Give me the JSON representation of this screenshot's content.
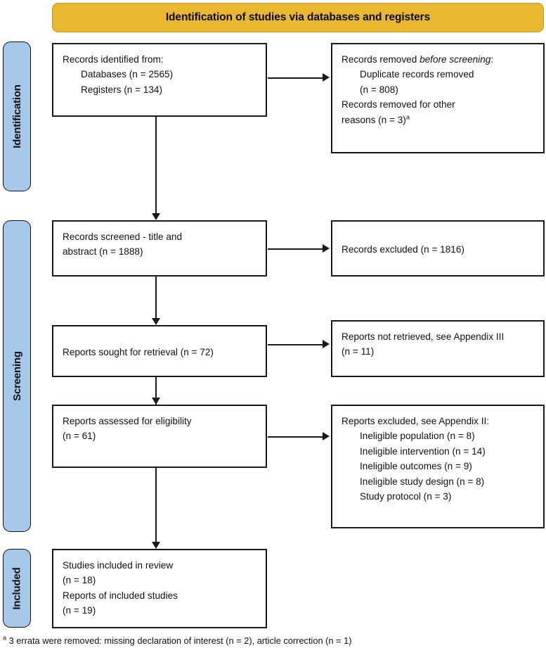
{
  "header": {
    "title": "Identification of studies via databases and registers",
    "bg_color": "#E9B830"
  },
  "stages": {
    "bar_color": "#A6C9E9",
    "identification": "Identification",
    "screening": "Screening",
    "included": "Included"
  },
  "boxes": {
    "records_identified": {
      "line1": "Records identified from:",
      "line2": "Databases (n = 2565)",
      "line3": "Registers (n = 134)"
    },
    "records_removed": {
      "line1_pre": "Records removed ",
      "line1_em": "before screening",
      "line1_post": ":",
      "line2": "Duplicate records removed",
      "line3": "(n = 808)",
      "line4": "Records removed for other",
      "line5_pre": "reasons (n = 3)",
      "line5_sup": "a"
    },
    "records_screened": {
      "line1": "Records screened - title and",
      "line2": "abstract (n = 1888)"
    },
    "records_excluded": {
      "line1": "Records excluded (n = 1816)"
    },
    "reports_sought": {
      "line1": "Reports sought for retrieval (n = 72)"
    },
    "reports_not_retrieved": {
      "line1": "Reports not retrieved, see Appendix III",
      "line2": "(n = 11)"
    },
    "reports_assessed": {
      "line1": "Reports assessed for eligibility",
      "line2": "(n = 61)"
    },
    "reports_excluded": {
      "line1": "Reports excluded, see Appendix II:",
      "line2": "Ineligible population (n = 8)",
      "line3": "Ineligible intervention (n = 14)",
      "line4": "Ineligible outcomes (n = 9)",
      "line5": "Ineligible study design (n = 8)",
      "line6": "Study protocol (n = 3)"
    },
    "studies_included": {
      "line1": "Studies included in review",
      "line2": "(n = 18)",
      "line3": "Reports of included studies",
      "line4": "(n = 19)"
    }
  },
  "footnote": {
    "marker": "a",
    "text": " 3 errata were removed: missing declaration of interest (n = 2), article correction (n = 1)"
  }
}
